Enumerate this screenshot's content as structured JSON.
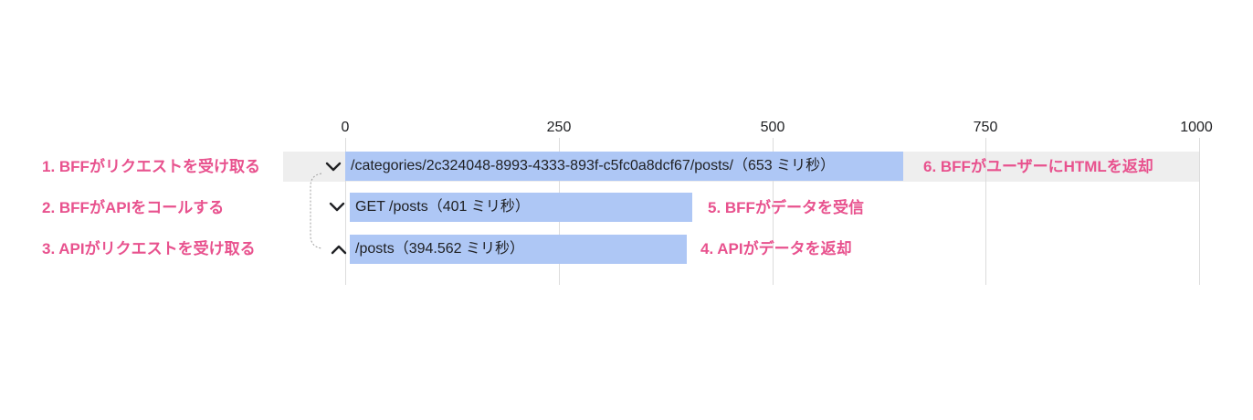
{
  "axis": {
    "ticks": [
      "0",
      "250",
      "500",
      "750",
      "1000"
    ],
    "min": 0,
    "max": 1000
  },
  "spans": [
    {
      "label": "/categories/2c324048-8993-4333-893f-c5fc0a8dcf67/posts/（653 ミリ秒）",
      "start": 0,
      "duration": 653,
      "toggle": "collapse"
    },
    {
      "label": "GET /posts（401 ミリ秒）",
      "start": 5,
      "duration": 401,
      "toggle": "collapse"
    },
    {
      "label": "/posts（394.562 ミリ秒）",
      "start": 5,
      "duration": 394.562,
      "toggle": "expand"
    }
  ],
  "annotations": {
    "left": [
      "1. BFFがリクエストを受け取る",
      "2. BFFがAPIをコールする",
      "3. APIがリクエストを受け取る"
    ],
    "right": [
      "6. BFFがユーザーにHTMLを返却",
      "5. BFFがデータを受信",
      "4. APIがデータを返却"
    ]
  },
  "colors": {
    "bar": "#aec7f5",
    "annotation": "#e8528e",
    "highlight": "#eeeeee",
    "grid": "#dcdcdc"
  }
}
